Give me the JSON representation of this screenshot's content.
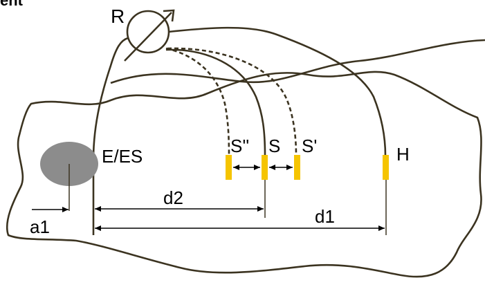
{
  "title_fragment": "ent",
  "labels": {
    "meter": "R",
    "earth_electrode": "E/ES",
    "probe_s_double": "S''",
    "probe_s": "S",
    "probe_s_prime": "S'",
    "probe_h": "H",
    "dist_a1": "a1",
    "dist_d2": "d2",
    "dist_d1": "d1"
  },
  "colors": {
    "line": "#3b3320",
    "probe": "#f5c400",
    "earth": "#8c8c8c",
    "arrow": "#000000"
  }
}
